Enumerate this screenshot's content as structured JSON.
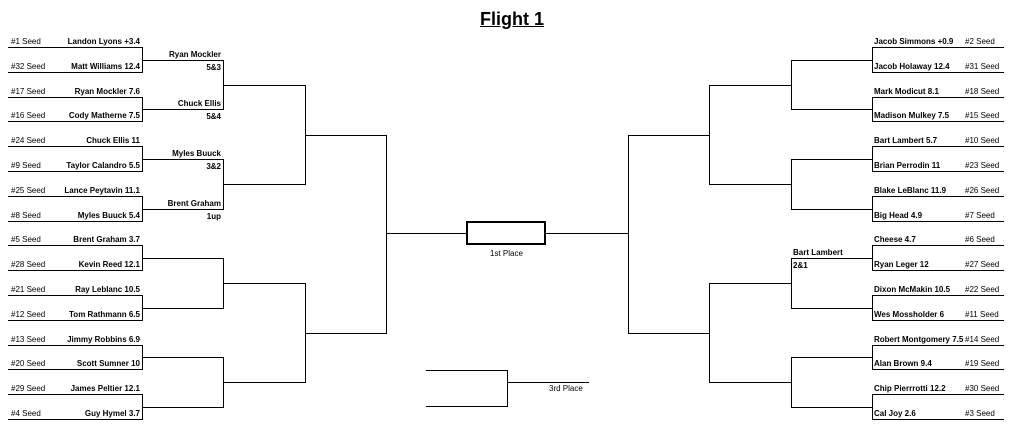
{
  "title": "Flight 1",
  "left_r1": [
    {
      "seed": "#1 Seed",
      "name": "Landon Lyons +3.4"
    },
    {
      "seed": "#32 Seed",
      "name": "Matt Williams 12.4"
    },
    {
      "seed": "#17 Seed",
      "name": "Ryan Mockler 7.6"
    },
    {
      "seed": "#16 Seed",
      "name": "Cody Matherne 7.5"
    },
    {
      "seed": "#24 Seed",
      "name": "Chuck Ellis 11"
    },
    {
      "seed": "#9 Seed",
      "name": "Taylor Calandro 5.5"
    },
    {
      "seed": "#25 Seed",
      "name": "Lance Peytavin 11.1"
    },
    {
      "seed": "#8 Seed",
      "name": "Myles Buuck 5.4"
    },
    {
      "seed": "#5 Seed",
      "name": "Brent Graham 3.7"
    },
    {
      "seed": "#28 Seed",
      "name": "Kevin Reed 12.1"
    },
    {
      "seed": "#21 Seed",
      "name": "Ray Leblanc 10.5"
    },
    {
      "seed": "#12 Seed",
      "name": "Tom Rathmann 6.5"
    },
    {
      "seed": "#13 Seed",
      "name": "Jimmy Robbins 6.9"
    },
    {
      "seed": "#20 Seed",
      "name": "Scott Sumner 10"
    },
    {
      "seed": "#29 Seed",
      "name": "James Peltier 12.1"
    },
    {
      "seed": "#4 Seed",
      "name": "Guy Hymel 3.7"
    }
  ],
  "right_r1": [
    {
      "seed": "#2 Seed",
      "name": "Jacob Simmons +0.9"
    },
    {
      "seed": "#31 Seed",
      "name": "Jacob Holaway 12.4"
    },
    {
      "seed": "#18 Seed",
      "name": "Mark Modicut 8.1"
    },
    {
      "seed": "#15 Seed",
      "name": "Madison Mulkey 7.5"
    },
    {
      "seed": "#10 Seed",
      "name": "Bart Lambert 5.7"
    },
    {
      "seed": "#23 Seed",
      "name": "Brian Perrodin 11"
    },
    {
      "seed": "#26 Seed",
      "name": "Blake LeBlanc 11.9"
    },
    {
      "seed": "#7 Seed",
      "name": "Big Head 4.9"
    },
    {
      "seed": "#6 Seed",
      "name": "Cheese 4.7"
    },
    {
      "seed": "#27 Seed",
      "name": "Ryan Leger 12"
    },
    {
      "seed": "#22 Seed",
      "name": "Dixon McMakin 10.5"
    },
    {
      "seed": "#11 Seed",
      "name": "Wes Mossholder 6"
    },
    {
      "seed": "#14 Seed",
      "name": "Robert Montgomery 7.5"
    },
    {
      "seed": "#19 Seed",
      "name": "Alan Brown 9.4"
    },
    {
      "seed": "#30 Seed",
      "name": "Chip Pierrrotti 12.2"
    },
    {
      "seed": "#3 Seed",
      "name": "Cal Joy 2.6"
    }
  ],
  "left_r2": [
    {
      "winner": "Ryan Mockler",
      "score": "5&3"
    },
    {
      "winner": "Chuck Ellis",
      "score": "5&4"
    },
    {
      "winner": "Myles Buuck",
      "score": "3&2"
    },
    {
      "winner": "Brent Graham",
      "score": "1up"
    }
  ],
  "right_r2": [
    {
      "winner": "Bart Lambert",
      "score": "2&1"
    }
  ],
  "first_place_label": "1st Place",
  "third_place_label": "3rd Place"
}
